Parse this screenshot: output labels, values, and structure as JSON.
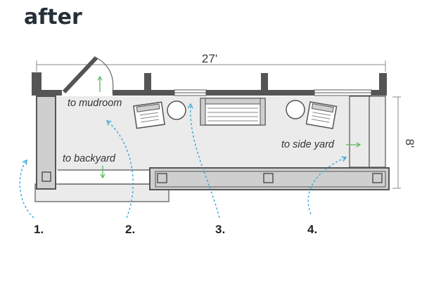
{
  "title": "after",
  "dimensions": {
    "width": "27'",
    "depth": "8'"
  },
  "labels": {
    "mudroom": "to mudroom",
    "backyard": "to backyard",
    "side_yard": "to side yard"
  },
  "callouts": [
    "1.",
    "2.",
    "3.",
    "4."
  ],
  "colors": {
    "wall": "#555555",
    "floor": "#ebebeb",
    "bench": "#cfcfcf",
    "arrow_green": "#59b95a",
    "callout_blue": "#3aa9d6",
    "title": "#262f38"
  }
}
